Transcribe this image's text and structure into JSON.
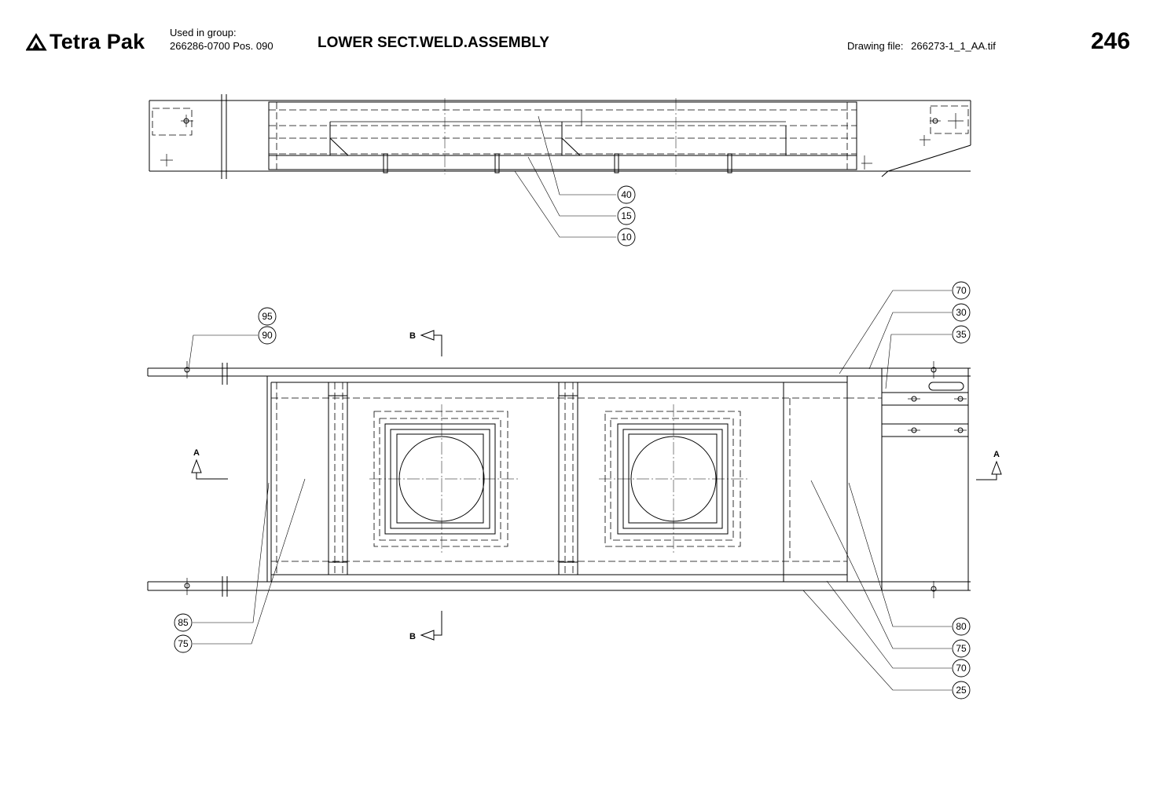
{
  "header": {
    "brand": "Tetra Pak",
    "used_in_group_label": "Used in group:",
    "used_in_group_value": "266286-0700 Pos. 090",
    "title": "LOWER SECT.WELD.ASSEMBLY",
    "drawing_file_label": "Drawing file:",
    "drawing_file_value": "266273-1_1_AA.tif",
    "page_number": "246"
  },
  "icons": {
    "logo": "tetra-pak-logo-icon"
  },
  "drawing": {
    "top_view_callouts": [
      "40",
      "15",
      "10"
    ],
    "plan_view_callouts_left": [
      "95",
      "90",
      "85",
      "75"
    ],
    "plan_view_callouts_right": [
      "70",
      "30",
      "35",
      "80",
      "75",
      "70",
      "25"
    ],
    "section_b_label": "B",
    "section_a_label": "A"
  }
}
